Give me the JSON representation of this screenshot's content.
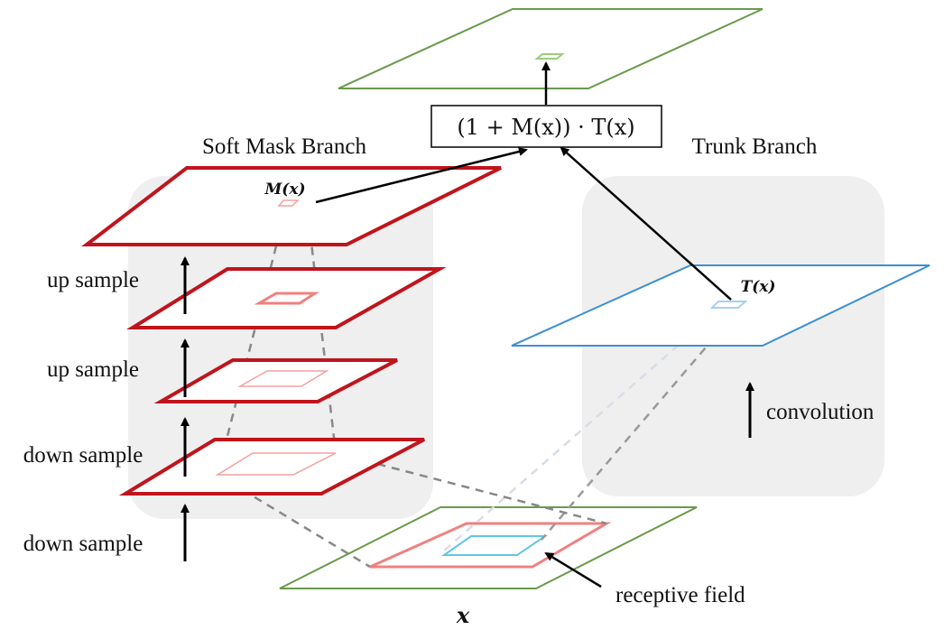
{
  "labels": {
    "soft_mask_branch": "Soft Mask Branch",
    "trunk_branch": "Trunk Branch",
    "up_sample_1": "up sample",
    "up_sample_2": "up sample",
    "down_sample_1": "down sample",
    "down_sample_2": "down sample",
    "convolution": "convolution",
    "receptive_field": "receptive field",
    "input_x": "x",
    "mask_output": "M(x)",
    "trunk_output": "T(x)",
    "formula": "(1 + M(x)) · T(x)"
  },
  "colors": {
    "mask_red": "#c0141c",
    "pink": "#f08080",
    "trunk_blue": "#3d8fd1",
    "green": "#6a9a4a",
    "gray_panel": "#efefef",
    "dashed_gray": "#888888",
    "arrow_black": "#000000"
  }
}
